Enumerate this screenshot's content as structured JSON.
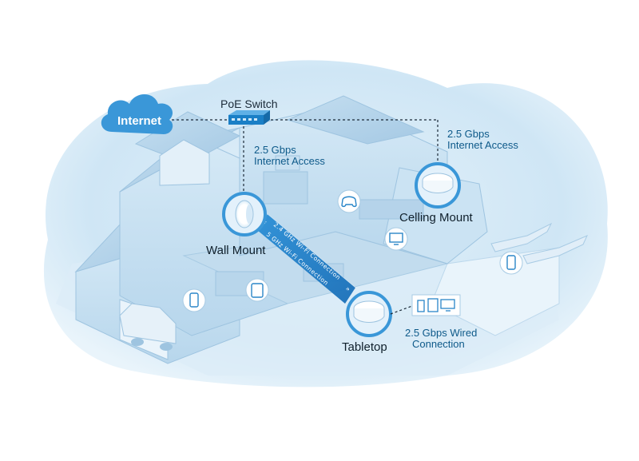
{
  "internet": {
    "label": "Internet"
  },
  "poe_switch": {
    "label": "PoE Switch"
  },
  "wall_mount": {
    "title": "Wall Mount",
    "speed_line1": "2.5 Gbps",
    "speed_line2": "Internet Access"
  },
  "ceiling_mount": {
    "title": "Celling Mount",
    "speed_line1": "2.5 Gbps",
    "speed_line2": "Internet Access"
  },
  "tabletop": {
    "title": "Tabletop",
    "wired_line1": "2.5 Gbps Wired",
    "wired_line2": "Connection"
  },
  "links": {
    "wifi_24": "2.4 GHz Wi-Fi Connection",
    "wifi_5": "5 GHz Wi-Fi Connection"
  },
  "colors": {
    "brand_blue": "#1a7fc6",
    "cloud_blue": "#3a97d8",
    "house_bg": "#cfe6f5",
    "text_blue": "#0e5a8a"
  },
  "icons": [
    "cloud-icon",
    "switch-icon",
    "access-point-icon",
    "gamepad-icon",
    "tv-icon",
    "phone-icon",
    "tablet-icon",
    "car-icon",
    "lounge-chair-icon",
    "devices-icon"
  ]
}
